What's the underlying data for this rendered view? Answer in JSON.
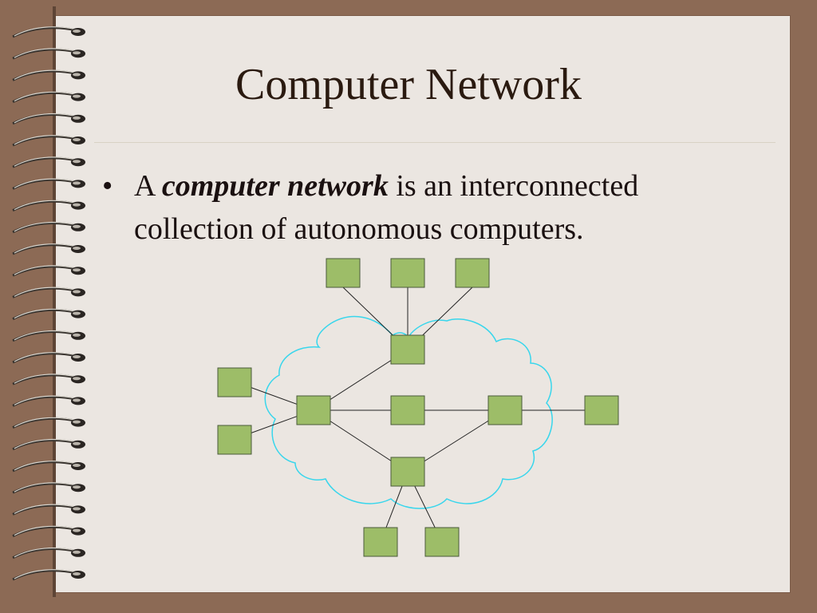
{
  "slide": {
    "title": "Computer Network",
    "bullet": {
      "lead": "A",
      "term": "computer network",
      "rest": " is an interconnected collection of autonomous computers."
    }
  },
  "colors": {
    "node_fill": "#9dbd68",
    "node_stroke": "#4a5a3a",
    "cloud": "#38d6ec",
    "link": "#222222",
    "background": "#8c6a55",
    "paper": "#ebe6e1"
  }
}
